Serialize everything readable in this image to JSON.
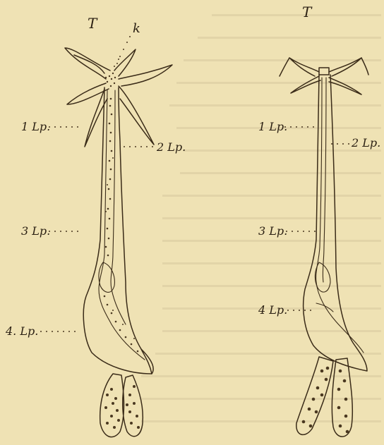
{
  "figure": {
    "left_specimen": {
      "top_labels": [
        "T",
        "k"
      ],
      "side_labels": [
        "1 Lp.",
        "2 Lp.",
        "3 Lp.",
        "4. Lp."
      ]
    },
    "right_specimen": {
      "top_labels": [
        "T"
      ],
      "side_labels": [
        "1 Lp.",
        "2 Lp.",
        "3 Lp.",
        "4 Lp."
      ]
    }
  }
}
